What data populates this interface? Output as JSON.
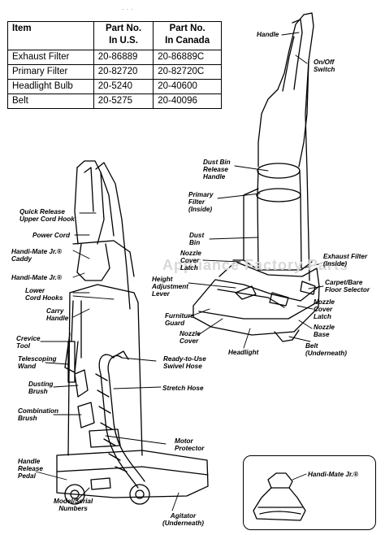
{
  "table": {
    "headers": [
      "Item",
      "Part No.\nIn U.S.",
      "Part No.\nIn Canada"
    ],
    "rows": [
      [
        "Exhaust Filter",
        "20-86889",
        "20-86889C"
      ],
      [
        "Primary Filter",
        "20-82720",
        "20-82720C"
      ],
      [
        "Headlight Bulb",
        "20-5240",
        "20-40600"
      ],
      [
        "Belt",
        "20-5275",
        "20-40096"
      ]
    ]
  },
  "labels": {
    "handle": "Handle",
    "on_off_switch": "On/Off\nSwitch",
    "dust_bin_release_handle": "Dust Bin\nRelease\nHandle",
    "primary_filter_inside": "Primary\nFilter\n(Inside)",
    "dust_bin": "Dust\nBin",
    "nozzle_cover_latch_left": "Nozzle\nCover\nLatch",
    "exhaust_filter_inside": "Exhaust Filter\n(Inside)",
    "height_adjustment_lever": "Height\nAdjustment\nLever",
    "carpet_bare_floor_selector": "Carpet/Bare\nFloor Selector",
    "furniture_guard": "Furniture\nGuard",
    "nozzle_cover_latch_right": "Nozzle\nCover\nLatch",
    "nozzle_cover": "Nozzle\nCover",
    "nozzle_base": "Nozzle\nBase",
    "headlight": "Headlight",
    "belt_underneath": "Belt\n(Underneath)",
    "quick_release_upper_cord_hook": "Quick Release\nUpper Cord Hook",
    "power_cord": "Power Cord",
    "handi_mate_caddy": "Handi-Mate Jr.®\nCaddy",
    "handi_mate": "Handi-Mate Jr.®",
    "lower_cord_hooks": "Lower\nCord Hooks",
    "carry_handle": "Carry\nHandle",
    "crevice_tool": "Crevice\nTool",
    "telescoping_wand": "Telescoping\nWand",
    "ready_to_use_swivel_hose": "Ready-to-Use\nSwivel Hose",
    "dusting_brush": "Dusting\nBrush",
    "stretch_hose": "Stretch Hose",
    "combination_brush": "Combination\nBrush",
    "motor_protector": "Motor\nProtector",
    "handle_release_pedal": "Handle\nRelease\nPedal",
    "model_serial_numbers": "Model/Serial\nNumbers",
    "agitator_underneath": "Agitator\n(Underneath)",
    "inset_handi_mate": "Handi-Mate Jr.®"
  },
  "watermark": "Appliance Factory Parts"
}
